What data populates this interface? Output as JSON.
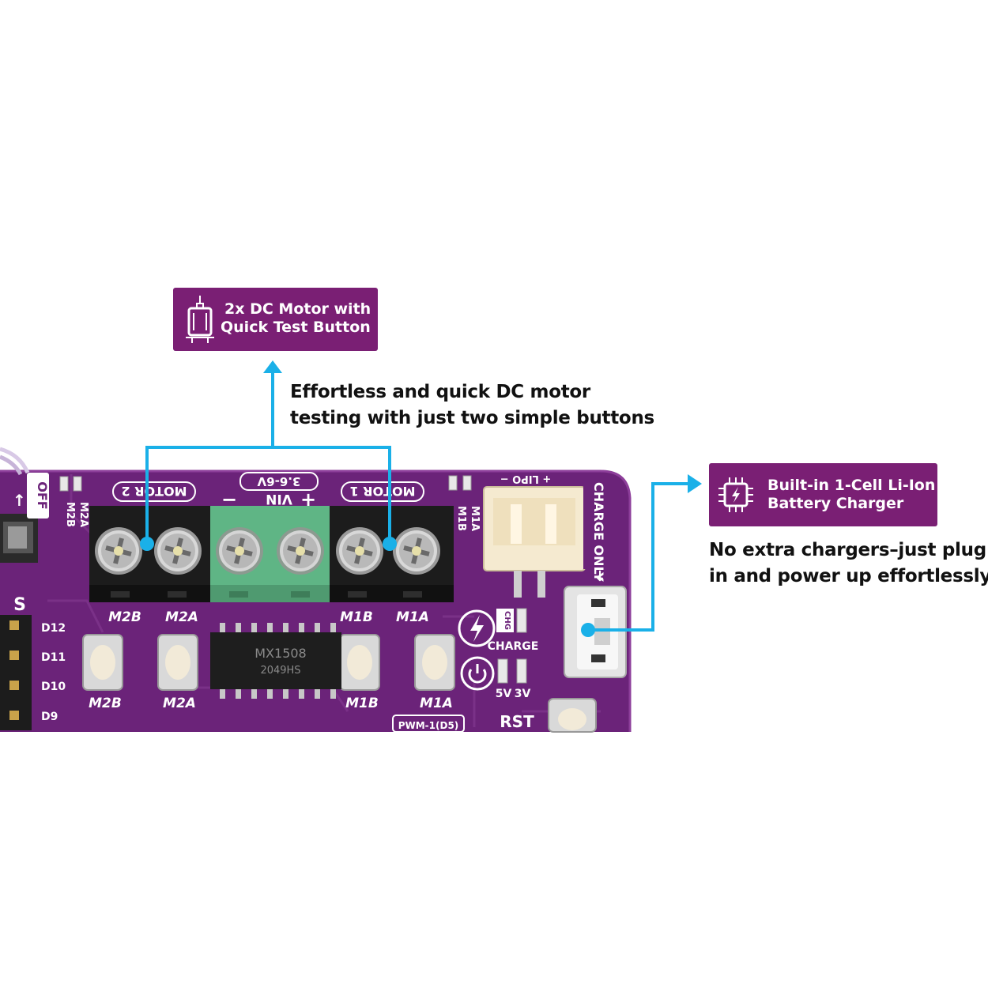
{
  "colors": {
    "badge_bg": "#7a1f74",
    "callout_line": "#1ab0e8",
    "pcb": "#6b2379",
    "terminal_green": "#5fb585",
    "terminal_black": "#1c1c1c"
  },
  "motor_badge": {
    "icon": "dc-motor-icon",
    "line1": "2x DC Motor with",
    "line2": "Quick Test Button"
  },
  "motor_caption": {
    "line1": "Effortless and quick DC motor",
    "line2": "testing with just two simple buttons"
  },
  "charger_badge": {
    "icon": "chip-lightning-icon",
    "line1": "Built-in 1-Cell Li-Ion",
    "line2": "Battery Charger"
  },
  "charger_caption": {
    "line1": "No extra chargers–just plug",
    "line2": "in and power up effortlessly"
  },
  "board": {
    "silk_motor2": "MOTOR 2",
    "silk_motor1": "MOTOR 1",
    "silk_vin": "VIN",
    "silk_vin_range": "3.6-6V",
    "silk_minus": "−",
    "silk_plus": "+",
    "silk_off": "OFF",
    "silk_charge_only": "CHARGE ONLY",
    "terminal_labels": [
      "M2B",
      "M2A",
      "M1B",
      "M1A"
    ],
    "button_labels": [
      "M2B",
      "M2A",
      "M1B",
      "M1A"
    ],
    "pin_labels": [
      "D12",
      "D11",
      "D10",
      "D9"
    ],
    "led_labels_left": [
      "M2A",
      "M2B"
    ],
    "led_labels_right": [
      "M1A",
      "M1B"
    ],
    "silk_s": "S",
    "silk_charge": "CHARGE",
    "silk_5v": "5V",
    "silk_3v": "3V",
    "silk_rst": "RST",
    "silk_pwm": "PWM-1(D5)",
    "silk_lipo": "+ LIPO −",
    "ic_line1": "MX1508",
    "ic_line2": "2049HS",
    "led_chg": "CHG"
  }
}
